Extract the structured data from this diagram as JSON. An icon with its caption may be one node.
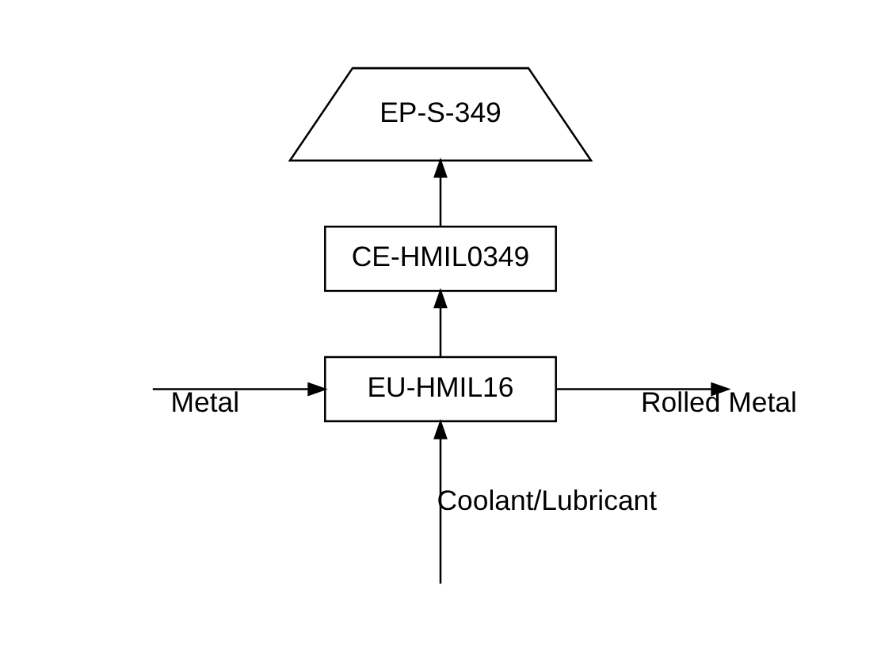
{
  "diagram": {
    "nodes": [
      {
        "text": [
          "EP-S-349"
        ]
      },
      {
        "text": [
          "CE-HMIL0349"
        ]
      },
      {
        "text": [
          "EU-HMIL16"
        ]
      }
    ],
    "edges": [
      {
        "from": null,
        "to": 2,
        "arrow": "to",
        "label": "Metal"
      },
      {
        "from": 2,
        "to": null,
        "arrow": "to",
        "label": "Rolled Metal"
      },
      {
        "from": null,
        "to": 2,
        "arrow": "to",
        "label": "Coolant/Lubricant"
      },
      {
        "from": 2,
        "to": 1,
        "arrow": "to"
      },
      {
        "from": 1,
        "to": 0,
        "arrow": "to"
      }
    ]
  }
}
